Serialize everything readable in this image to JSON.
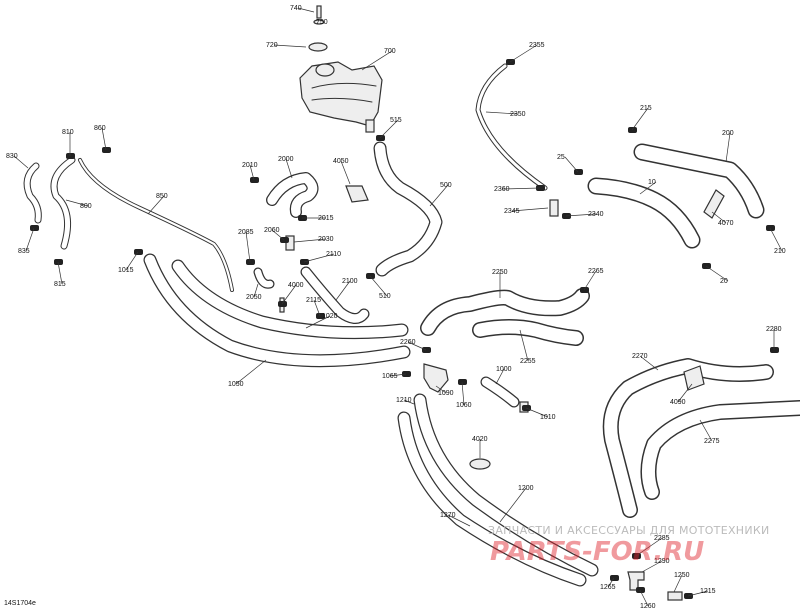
{
  "diagram": {
    "reference": "14S1704e",
    "watermark": {
      "text": "ЗАПЧАСТИ И АКСЕССУАРЫ ДЛЯ МОТОТЕХНИКИ",
      "logo_text": "PARTS-FOR.RU"
    },
    "colors": {
      "line": "#333333",
      "fill": "#eeeeee",
      "clamp": "#222222",
      "watermark": "#e0212b"
    },
    "callouts": [
      "740",
      "750",
      "720",
      "700",
      "515",
      "2355",
      "2350",
      "810",
      "860",
      "830",
      "800",
      "835",
      "815",
      "850",
      "2010",
      "2000",
      "4050",
      "500",
      "215",
      "200",
      "25",
      "10",
      "2360",
      "2345",
      "2340",
      "4070",
      "210",
      "20",
      "2085",
      "2060",
      "2015",
      "2030",
      "2110",
      "1015",
      "2050",
      "4000",
      "2100",
      "510",
      "2115",
      "1020",
      "2250",
      "2265",
      "2260",
      "2255",
      "2280",
      "2270",
      "1065",
      "1090",
      "1060",
      "1000",
      "4090",
      "1010",
      "1050",
      "1210",
      "4020",
      "2275",
      "1200",
      "1270",
      "2285",
      "1290",
      "1265",
      "1250",
      "1215",
      "1260"
    ]
  }
}
